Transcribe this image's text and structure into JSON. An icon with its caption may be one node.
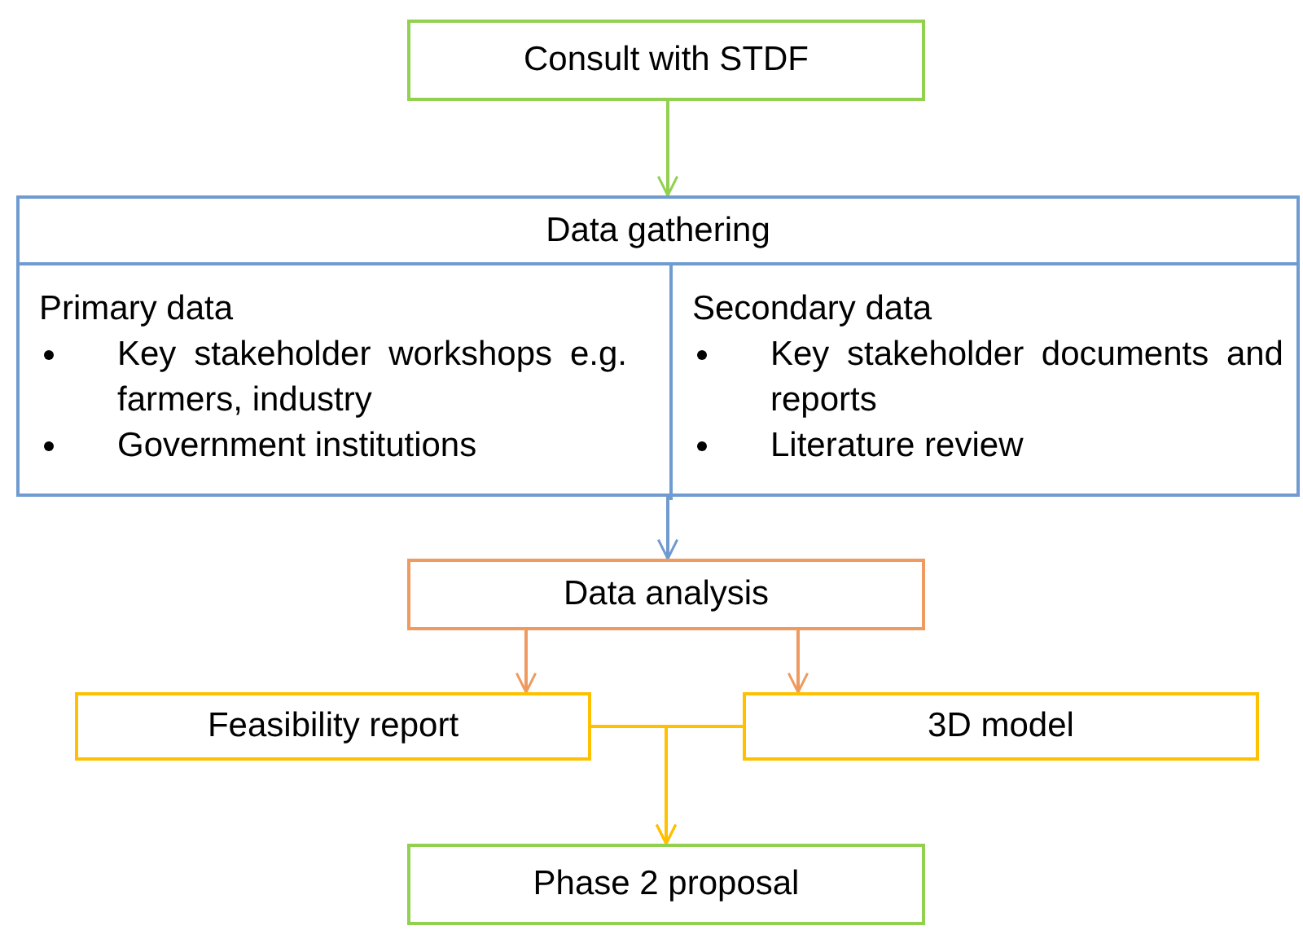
{
  "diagram": {
    "nodes": [
      {
        "text": [
          "Consult with STDF"
        ]
      },
      {
        "text": [
          "Data gathering"
        ]
      },
      {
        "text": [
          "Primary data",
          "Key stakeholder workshops e.g. farmers, industry",
          "Government institutions"
        ],
        "in": 1
      },
      {
        "text": [
          "Secondary data",
          "Key stakeholder documents and reports",
          "Literature review"
        ],
        "in": 1
      },
      {
        "text": [
          "Data analysis"
        ]
      },
      {
        "text": [
          "Feasibility report"
        ]
      },
      {
        "text": [
          "3D model"
        ]
      },
      {
        "text": [
          "Phase 2 proposal"
        ]
      }
    ],
    "edges": [
      {
        "from": 0,
        "to": 1,
        "arrow": "to",
        "color": "#92d050"
      },
      {
        "from": 1,
        "to": 4,
        "arrow": "to",
        "color": "#6f9bd0"
      },
      {
        "from": 4,
        "to": 5,
        "arrow": "to",
        "color": "#ee9a60"
      },
      {
        "from": 4,
        "to": 6,
        "arrow": "to",
        "color": "#ee9a60"
      },
      {
        "from": 5,
        "to": 7,
        "arrow": "to",
        "color": "#ffc000"
      },
      {
        "from": 6,
        "to": 7,
        "arrow": "to",
        "color": "#ffc000"
      }
    ]
  }
}
